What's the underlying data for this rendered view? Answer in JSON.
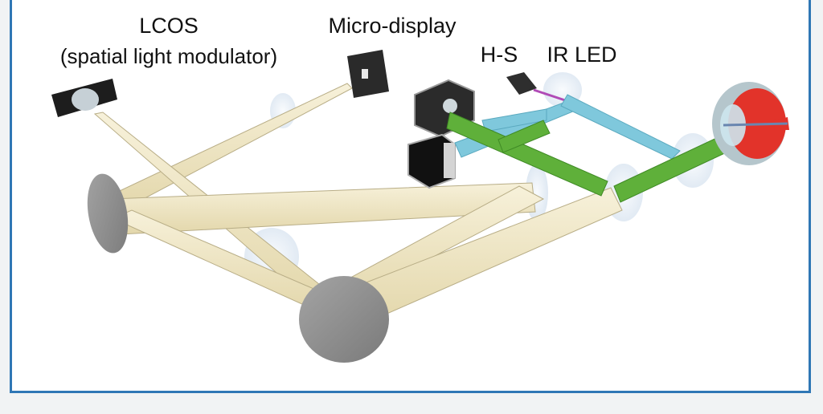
{
  "labels": {
    "lcos": "LCOS",
    "lcos_sub": "(spatial light modulator)",
    "micro_display": "Micro-display",
    "hs": "H-S",
    "ir_led": "IR LED"
  },
  "colors": {
    "frame_border": "#2f77b5",
    "beam": "#efe6c4",
    "beam_edge": "#b8ad86",
    "mirror": "#8c8c8c",
    "green_path": "#5fb03a",
    "cyan_path": "#7fc8dc",
    "lens": "#dbe7f2",
    "eye_red": "#e2332a"
  }
}
